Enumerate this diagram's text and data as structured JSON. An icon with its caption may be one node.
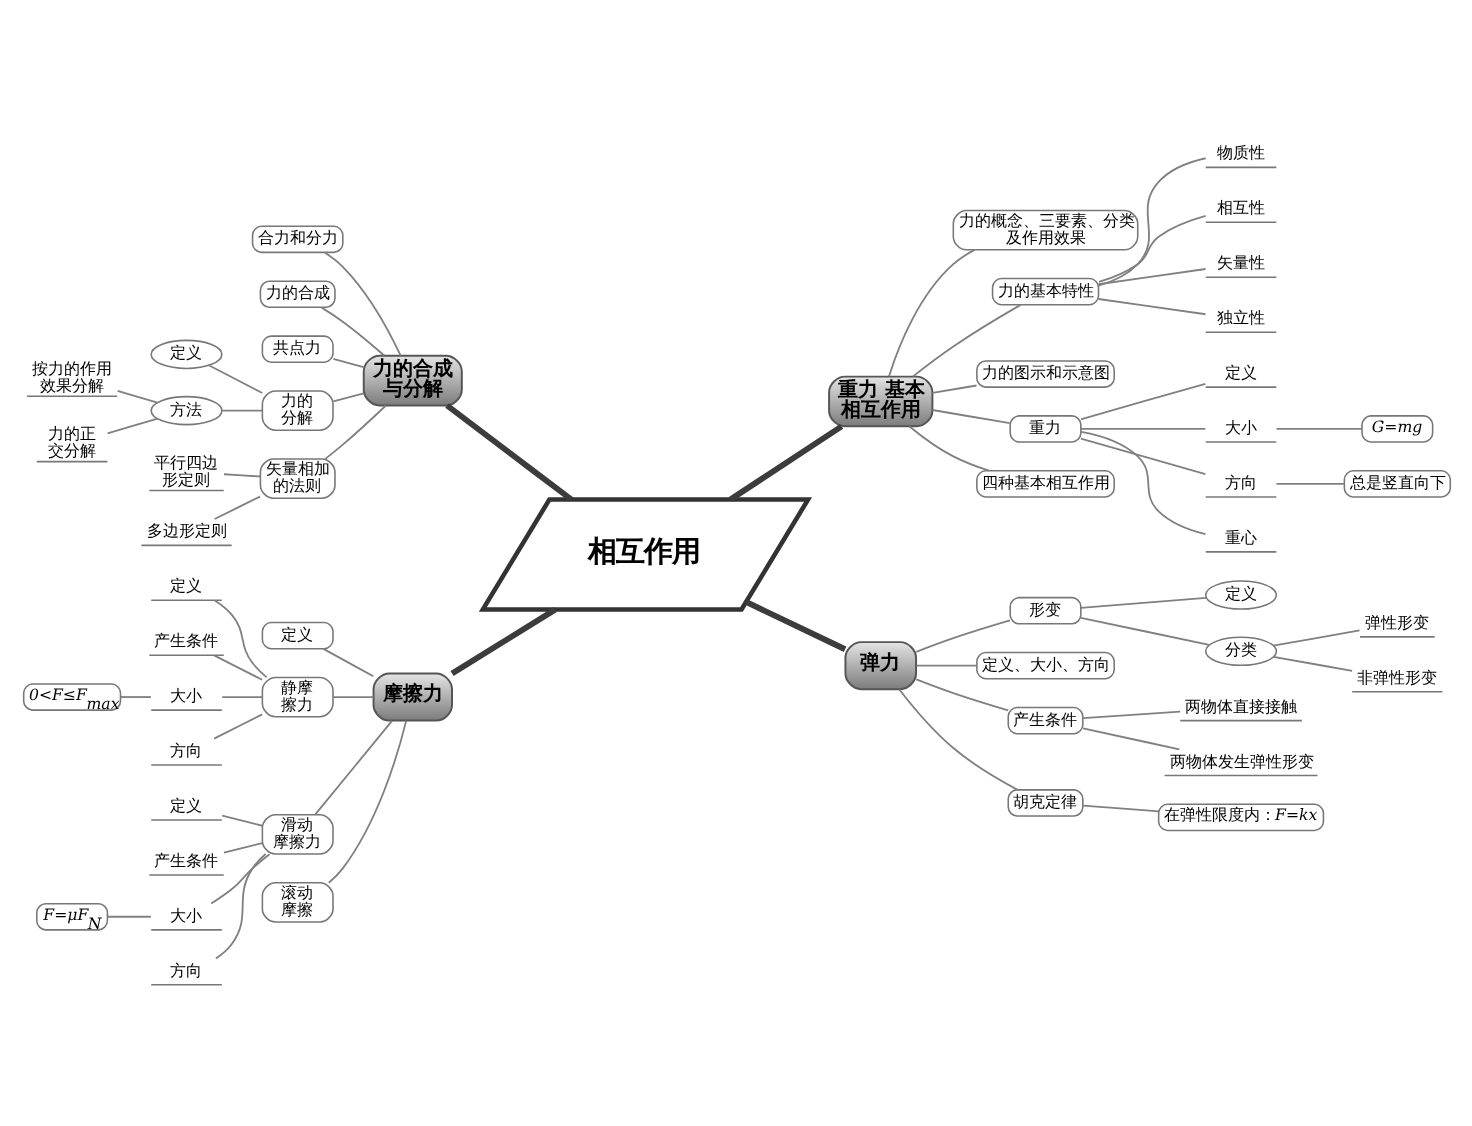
{
  "diagram": {
    "nodes": [
      {
        "text": [
          "相互作用"
        ]
      },
      {
        "text": [
          "力的合成与分解"
        ]
      },
      {
        "text": [
          "合力和分力"
        ]
      },
      {
        "text": [
          "力的合成"
        ]
      },
      {
        "text": [
          "共点力"
        ]
      },
      {
        "text": [
          "力的分解"
        ]
      },
      {
        "text": [
          "定义"
        ]
      },
      {
        "text": [
          "方法"
        ]
      },
      {
        "text": [
          "按力的作用效果分解"
        ]
      },
      {
        "text": [
          "力的正交分解"
        ]
      },
      {
        "text": [
          "矢量相加的法则"
        ]
      },
      {
        "text": [
          "平行四边形定则"
        ]
      },
      {
        "text": [
          "多边形定则"
        ]
      },
      {
        "text": [
          "重力 基本相互作用"
        ]
      },
      {
        "text": [
          "力的概念、三要素、分类及作用效果"
        ]
      },
      {
        "text": [
          "力的基本特性"
        ]
      },
      {
        "text": [
          "物质性"
        ]
      },
      {
        "text": [
          "相互性"
        ]
      },
      {
        "text": [
          "矢量性"
        ]
      },
      {
        "text": [
          "独立性"
        ]
      },
      {
        "text": [
          "力的图示和示意图"
        ]
      },
      {
        "text": [
          "重力"
        ]
      },
      {
        "text": [
          "定义"
        ]
      },
      {
        "text": [
          "大小"
        ]
      },
      {
        "text": [
          "G=mg"
        ]
      },
      {
        "text": [
          "方向"
        ]
      },
      {
        "text": [
          "总是竖直向下"
        ]
      },
      {
        "text": [
          "重心"
        ]
      },
      {
        "text": [
          "四种基本相互作用"
        ]
      },
      {
        "text": [
          "摩擦力"
        ]
      },
      {
        "text": [
          "定义"
        ]
      },
      {
        "text": [
          "静摩擦力"
        ]
      },
      {
        "text": [
          "定义"
        ]
      },
      {
        "text": [
          "产生条件"
        ]
      },
      {
        "text": [
          "大小"
        ]
      },
      {
        "text": [
          "0<F≤F$_{max}$"
        ]
      },
      {
        "text": [
          "方向"
        ]
      },
      {
        "text": [
          "滑动摩擦力"
        ]
      },
      {
        "text": [
          "定义"
        ]
      },
      {
        "text": [
          "产生条件"
        ]
      },
      {
        "text": [
          "大小"
        ]
      },
      {
        "text": [
          "F=μF$_{N}$"
        ]
      },
      {
        "text": [
          "方向"
        ]
      },
      {
        "text": [
          "滚动摩擦"
        ]
      },
      {
        "text": [
          "弹力"
        ]
      },
      {
        "text": [
          "形变"
        ]
      },
      {
        "text": [
          "定义"
        ]
      },
      {
        "text": [
          "分类"
        ]
      },
      {
        "text": [
          "弹性形变"
        ]
      },
      {
        "text": [
          "非弹性形变"
        ]
      },
      {
        "text": [
          "定义、大小、方向"
        ]
      },
      {
        "text": [
          "产生条件"
        ]
      },
      {
        "text": [
          "两物体直接接触"
        ]
      },
      {
        "text": [
          "两物体发生弹性形变"
        ]
      },
      {
        "text": [
          "胡克定律"
        ]
      },
      {
        "text": [
          "在弹性限度内：*F=kx*"
        ]
      }
    ],
    "edges": [
      {
        "from": 1,
        "to": 0,
        "arrow": "none",
        "style": "thick",
        "color": "#3c3c3c"
      },
      {
        "from": 2,
        "to": 1,
        "arrow": "none"
      },
      {
        "from": 3,
        "to": 1,
        "arrow": "none"
      },
      {
        "from": 4,
        "to": 1,
        "arrow": "none"
      },
      {
        "from": 5,
        "to": 1,
        "arrow": "none"
      },
      {
        "from": 6,
        "to": 5,
        "arrow": "none"
      },
      {
        "from": 7,
        "to": 5,
        "arrow": "none"
      },
      {
        "from": 8,
        "to": 7,
        "arrow": "none"
      },
      {
        "from": 9,
        "to": 7,
        "arrow": "none"
      },
      {
        "from": 10,
        "to": 1,
        "arrow": "none"
      },
      {
        "from": 11,
        "to": 10,
        "arrow": "none"
      },
      {
        "from": 12,
        "to": 10,
        "arrow": "none"
      },
      {
        "from": 0,
        "to": 13,
        "arrow": "none",
        "style": "thick",
        "color": "#3c3c3c"
      },
      {
        "from": 13,
        "to": 14,
        "arrow": "none"
      },
      {
        "from": 13,
        "to": 15,
        "arrow": "none"
      },
      {
        "from": 15,
        "to": 16,
        "arrow": "none"
      },
      {
        "from": 15,
        "to": 17,
        "arrow": "none"
      },
      {
        "from": 15,
        "to": 18,
        "arrow": "none"
      },
      {
        "from": 15,
        "to": 19,
        "arrow": "none"
      },
      {
        "from": 13,
        "to": 20,
        "arrow": "none"
      },
      {
        "from": 13,
        "to": 21,
        "arrow": "none"
      },
      {
        "from": 21,
        "to": 22,
        "arrow": "none"
      },
      {
        "from": 21,
        "to": 23,
        "arrow": "none"
      },
      {
        "from": 23,
        "to": 24,
        "arrow": "none"
      },
      {
        "from": 21,
        "to": 25,
        "arrow": "none"
      },
      {
        "from": 25,
        "to": 26,
        "arrow": "none"
      },
      {
        "from": 21,
        "to": 27,
        "arrow": "none"
      },
      {
        "from": 13,
        "to": 28,
        "arrow": "none"
      },
      {
        "from": 29,
        "to": 0,
        "arrow": "none",
        "style": "thick",
        "color": "#3c3c3c"
      },
      {
        "from": 30,
        "to": 29,
        "arrow": "none"
      },
      {
        "from": 31,
        "to": 29,
        "arrow": "none"
      },
      {
        "from": 32,
        "to": 31,
        "arrow": "none"
      },
      {
        "from": 33,
        "to": 31,
        "arrow": "none"
      },
      {
        "from": 34,
        "to": 31,
        "arrow": "none"
      },
      {
        "from": 35,
        "to": 34,
        "arrow": "none"
      },
      {
        "from": 36,
        "to": 31,
        "arrow": "none"
      },
      {
        "from": 37,
        "to": 29,
        "arrow": "none"
      },
      {
        "from": 38,
        "to": 37,
        "arrow": "none"
      },
      {
        "from": 39,
        "to": 37,
        "arrow": "none"
      },
      {
        "from": 40,
        "to": 37,
        "arrow": "none"
      },
      {
        "from": 41,
        "to": 40,
        "arrow": "none"
      },
      {
        "from": 42,
        "to": 37,
        "arrow": "none"
      },
      {
        "from": 43,
        "to": 29,
        "arrow": "none"
      },
      {
        "from": 0,
        "to": 44,
        "arrow": "none",
        "style": "thick",
        "color": "#3c3c3c"
      },
      {
        "from": 44,
        "to": 45,
        "arrow": "none"
      },
      {
        "from": 45,
        "to": 46,
        "arrow": "none"
      },
      {
        "from": 45,
        "to": 47,
        "arrow": "none"
      },
      {
        "from": 47,
        "to": 48,
        "arrow": "none"
      },
      {
        "from": 47,
        "to": 49,
        "arrow": "none"
      },
      {
        "from": 44,
        "to": 50,
        "arrow": "none"
      },
      {
        "from": 44,
        "to": 51,
        "arrow": "none"
      },
      {
        "from": 51,
        "to": 52,
        "arrow": "none"
      },
      {
        "from": 51,
        "to": 53,
        "arrow": "none"
      },
      {
        "from": 44,
        "to": 54,
        "arrow": "none"
      },
      {
        "from": 54,
        "to": 55,
        "arrow": "none"
      }
    ]
  }
}
